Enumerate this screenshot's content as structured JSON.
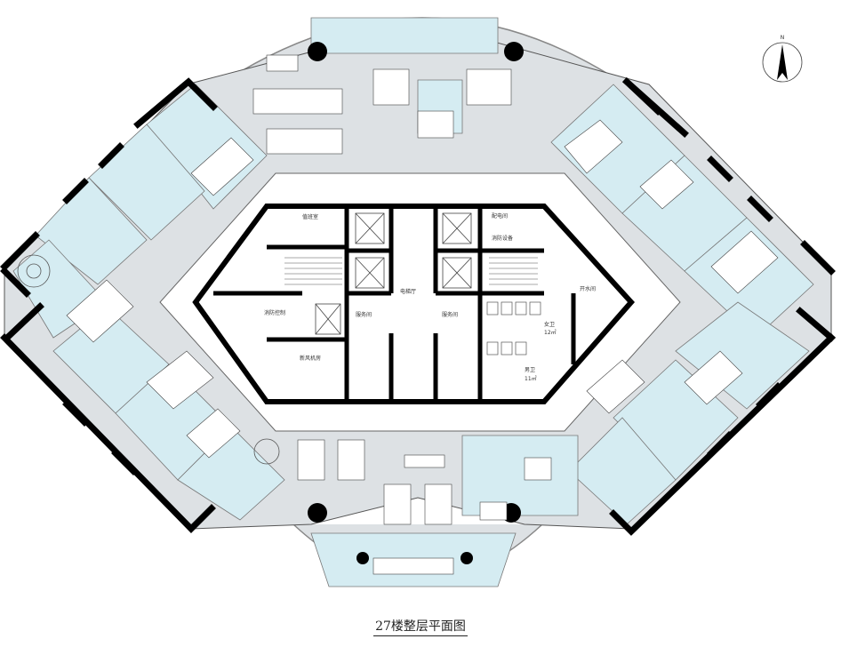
{
  "title": "27楼整层平面图",
  "compass": {
    "label": "N"
  },
  "rooms": {
    "fire_control": "消防控制",
    "fresh_air": "新风机房",
    "duty": "值班室",
    "elevator_hall": "电梯厅",
    "service_left": "服务间",
    "service_right": "服务间",
    "electrical": "配电间",
    "fire_equip": "消防设备",
    "water": "开水间",
    "female_wc": "女卫",
    "female_area": "12㎡",
    "male_wc": "男卫",
    "male_area": "11㎡"
  },
  "colors": {
    "wall": "#000000",
    "office_floor": "#dde1e4",
    "room_fill": "#d5ecf2",
    "core_fill": "#ffffff"
  }
}
